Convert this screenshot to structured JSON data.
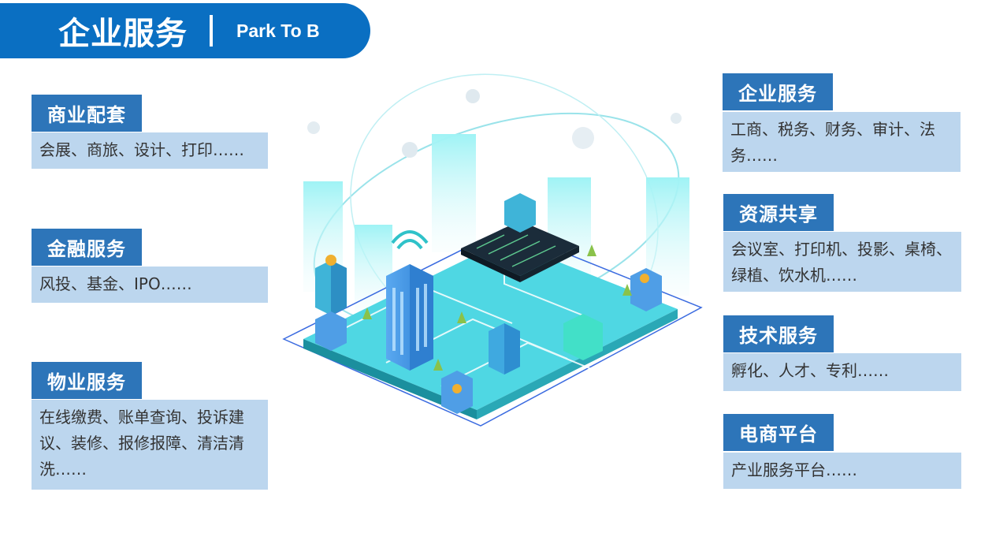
{
  "header": {
    "title": "企业服务",
    "subtitle": "Park To B"
  },
  "left": [
    {
      "label": "商业配套",
      "desc": "会展、商旅、设计、打印……"
    },
    {
      "label": "金融服务",
      "desc": "风投、基金、IPO……"
    },
    {
      "label": "物业服务",
      "desc": "在线缴费、账单查询、投诉建议、装修、报修报障、清洁清洗……"
    }
  ],
  "right": [
    {
      "label": "企业服务",
      "desc": "工商、税务、财务、审计、法务……"
    },
    {
      "label": "资源共享",
      "desc": "会议室、打印机、投影、桌椅、绿植、饮水机……"
    },
    {
      "label": "技术服务",
      "desc": "孵化、人才、专利……"
    },
    {
      "label": "电商平台",
      "desc": "产业服务平台……"
    }
  ],
  "colors": {
    "header": "#0a6fc2",
    "tag": "#2d75b9",
    "desc_bg": "#bcd6ee",
    "accent": "#33d6e0"
  },
  "illustration": {
    "icon": "isometric-smart-park-icon"
  }
}
